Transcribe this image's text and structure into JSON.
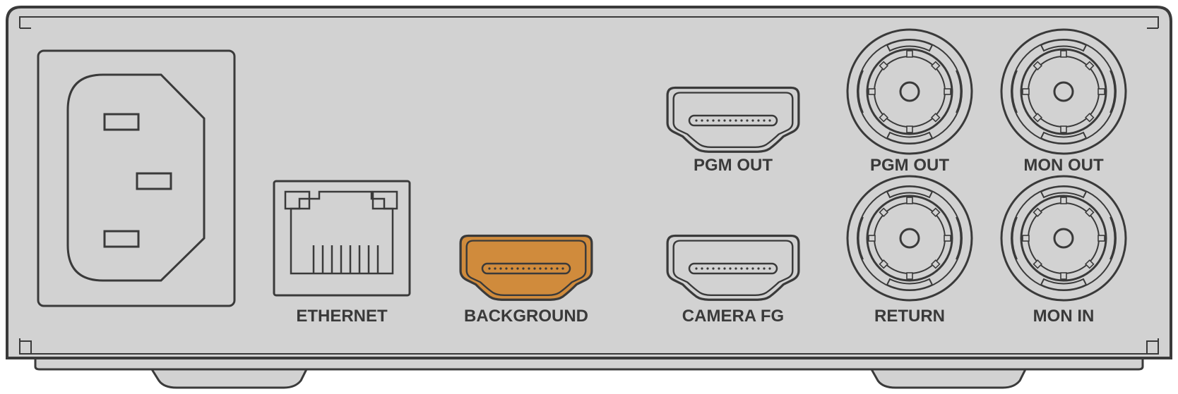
{
  "colors": {
    "panel_fill": "#d2d2d2",
    "outline": "#3a3a3a",
    "highlight": "#d08b3c",
    "background": "#ffffff"
  },
  "ports": {
    "ethernet": {
      "label": "ETHERNET",
      "icon": "rj45-port-icon"
    },
    "background": {
      "label": "BACKGROUND",
      "icon": "hdmi-port-icon",
      "highlighted": true
    },
    "pgm_out_hdmi": {
      "label": "PGM OUT",
      "icon": "hdmi-port-icon"
    },
    "camera_fg": {
      "label": "CAMERA FG",
      "icon": "hdmi-port-icon"
    },
    "pgm_out_sdi": {
      "label": "PGM OUT",
      "icon": "bnc-connector-icon"
    },
    "mon_out": {
      "label": "MON OUT",
      "icon": "bnc-connector-icon"
    },
    "return": {
      "label": "RETURN",
      "icon": "bnc-connector-icon"
    },
    "mon_in": {
      "label": "MON IN",
      "icon": "bnc-connector-icon"
    },
    "power": {
      "icon": "iec-power-inlet-icon"
    }
  }
}
